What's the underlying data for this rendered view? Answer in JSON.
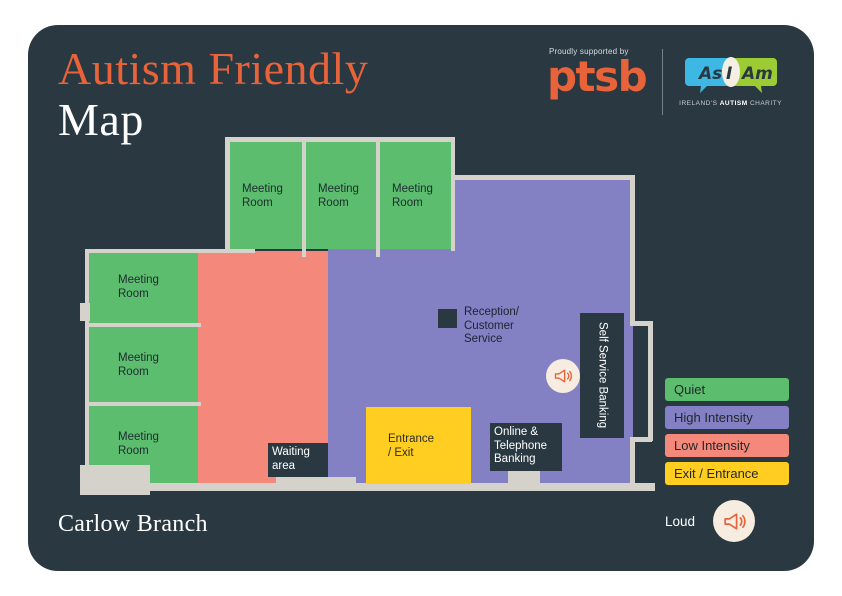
{
  "header": {
    "title_line1": "Autism Friendly",
    "title_line2": "Map",
    "supported_by": "Proudly supported by",
    "sponsor_logo": "ptsb",
    "charity_logo_words": [
      "As",
      "I",
      "Am"
    ],
    "charity_tagline_pre": "IRELAND'S ",
    "charity_tagline_bold": "AUTISM",
    "charity_tagline_post": " CHARITY"
  },
  "branch": {
    "name": "Carlow Branch"
  },
  "rooms": {
    "meeting_room": "Meeting\nRoom",
    "meeting_top_1": "Meeting Room",
    "meeting_top_2": "Meeting Room",
    "meeting_top_3": "Meeting Room",
    "meeting_left_1": "Meeting Room",
    "meeting_left_2": "Meeting Room",
    "meeting_left_3": "Meeting Room",
    "reception": "Reception/ Customer Service",
    "reception_l1": "Reception/",
    "reception_l2": "Customer",
    "reception_l3": "Service",
    "self_service": "Self Service Banking",
    "waiting_area_l1": "Waiting",
    "waiting_area_l2": "area",
    "entrance_l1": "Entrance",
    "entrance_l2": "/ Exit",
    "online_banking_l1": "Online &",
    "online_banking_l2": "Telephone",
    "online_banking_l3": "Banking",
    "meeting_l1": "Meeting",
    "meeting_l2": "Room"
  },
  "legend": {
    "items": [
      {
        "label": "Quiet",
        "color": "#5cbd6e"
      },
      {
        "label": "High Intensity",
        "color": "#8380c4"
      },
      {
        "label": "Low Intensity",
        "color": "#f4897b"
      },
      {
        "label": "Exit / Entrance",
        "color": "#ffce21"
      }
    ],
    "loud_label": "Loud"
  },
  "colors": {
    "card_background": "#2a3841",
    "quiet_green": "#5cbd6e",
    "high_intensity_purple": "#8380c4",
    "low_intensity_salmon": "#f4897b",
    "exit_yellow": "#ffce21",
    "wall": "#d5d2cc",
    "brand_orange": "#e8633a",
    "page_background": "#ffffff"
  },
  "icons": {
    "megaphone": "megaphone-icon",
    "reception_marker": "reception-marker-icon"
  }
}
